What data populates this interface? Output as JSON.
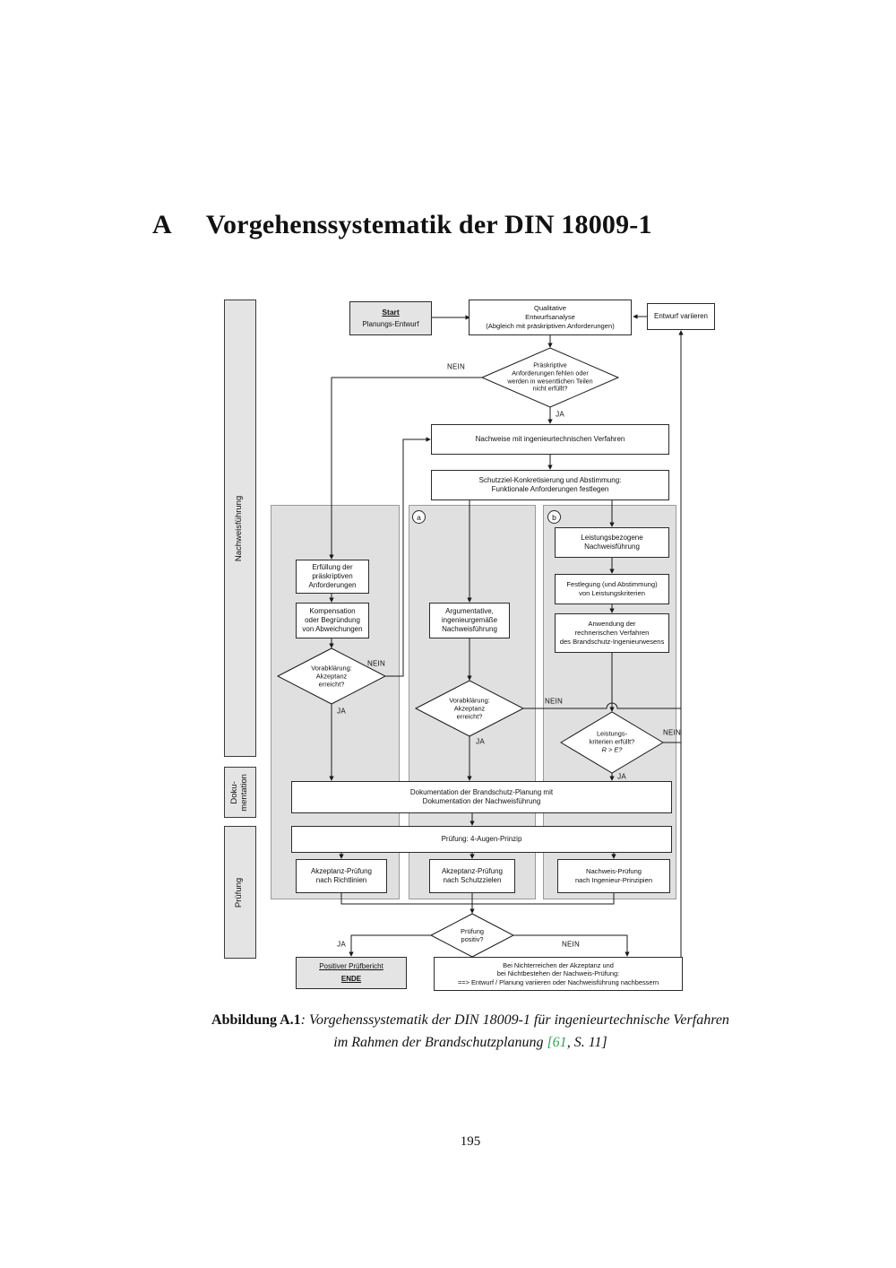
{
  "colors": {
    "cite_green": "#3aa05a"
  },
  "heading": {
    "letter": "A",
    "title": "Vorgehenssystematik der DIN 18009-1"
  },
  "page_number": "195",
  "caption": {
    "label": "Abbildung A.1",
    "text1": ": Vorgehenssystematik der DIN 18009-1 für ingenieurtechnische Verfahren",
    "text2_pre": "im Rahmen der Brandschutzplanung ",
    "cite": "[61",
    "text2_post": ", S. 11]"
  },
  "sidebar": {
    "nachweisfuehrung": "Nachweisführung",
    "dokumentation": "Doku-\nmentation",
    "pruefung": "Prüfung"
  },
  "markers": {
    "a": "a",
    "b": "b"
  },
  "labels": {
    "ja": "JA",
    "nein": "NEIN"
  },
  "nodes": {
    "start_title": "Start",
    "start_sub": "Planungs-Entwurf",
    "qualitative": "Qualitative\nEntwurfsanalyse\n(Abgleich mit präskriptiven Anforderungen)",
    "entwurf_variieren": "Entwurf variieren",
    "d1": "Präskriptive\nAnforderungen fehlen oder\nwerden in wesentlichen Teilen\nnicht erfüllt?",
    "nachweise": "Nachweise mit ingenieurtechnischen Verfahren",
    "schutzziel": "Schutzziel-Konkretisierung und Abstimmung:\nFunktionale Anforderungen festlegen",
    "erfuellung": "Erfüllung der\npräskriptiven\nAnforderungen",
    "kompensation": "Kompensation\noder Begründung\nvon Abweichungen",
    "d_left": "Vorabklärung:\nAkzeptanz\nerreicht?",
    "argumentative": "Argumentative,\ningenieurgemäße\nNachweisführung",
    "d_mid": "Vorabklärung:\nAkzeptanz\nerreicht?",
    "leistungsbezogene": "Leistungsbezogene\nNachweisführung",
    "festlegung": "Festlegung (und Abstimmung)\nvon Leistungskriterien",
    "anwendung": "Anwendung der\nrechnerischen Verfahren\ndes Brandschutz-Ingenieurwesens",
    "d_right_1": "Leistungs-\nkriterien erfüllt?",
    "d_right_2": "R > E?",
    "dokumentation": "Dokumentation der Brandschutz-Planung mit\nDokumentation der Nachweisführung",
    "pruefung_vier_augen": "Prüfung: 4-Augen-Prinzip",
    "ap_richtlinien": "Akzeptanz-Prüfung\nnach Richtlinien",
    "ap_schutzziele": "Akzeptanz-Prüfung\nnach Schutzzielen",
    "np_ingenieur": "Nachweis-Prüfung\nnach Ingenieur-Prinzipien",
    "d_bottom": "Prüfung\npositiv?",
    "positiver_pruefbericht": "Positiver Prüfbericht",
    "ende": "ENDE",
    "nichterreichen": "Bei Nichterreichen der Akzeptanz und\nbei Nichtbestehen der Nachweis-Prüfung:\n==> Entwurf / Planung variieren oder Nachweisführung nachbessern"
  }
}
